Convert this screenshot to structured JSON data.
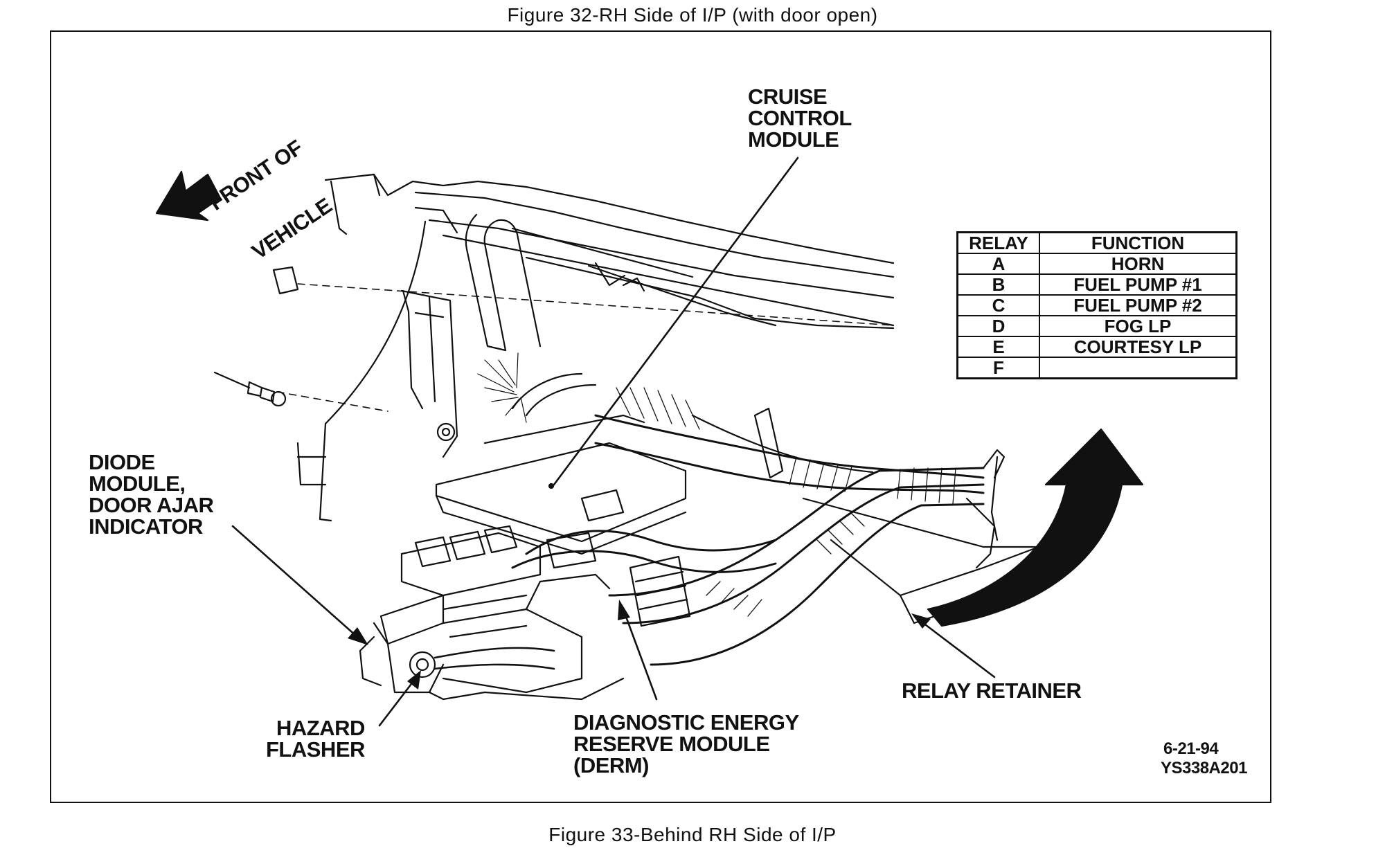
{
  "captions": {
    "top": "Figure 32-RH Side of I/P (with door open)",
    "bottom": "Figure 33-Behind RH Side of I/P"
  },
  "labels": {
    "front_of_vehicle_line1": "FRONT OF",
    "front_of_vehicle_line2": "VEHICLE",
    "cruise_control_module": "CRUISE\nCONTROL\nMODULE",
    "diode_module": "DIODE\nMODULE,\nDOOR AJAR\nINDICATOR",
    "hazard_flasher": "HAZARD\nFLASHER",
    "derm": "DIAGNOSTIC ENERGY\nRESERVE MODULE\n(DERM)",
    "relay_retainer": "RELAY RETAINER",
    "date": "6-21-94",
    "figure_code": "YS338A201"
  },
  "relay_table": {
    "headers": [
      "RELAY",
      "FUNCTION"
    ],
    "rows": [
      [
        "A",
        "HORN"
      ],
      [
        "B",
        "FUEL PUMP #1"
      ],
      [
        "C",
        "FUEL PUMP #2"
      ],
      [
        "D",
        "FOG LP"
      ],
      [
        "E",
        "COURTESY LP"
      ],
      [
        "F",
        ""
      ]
    ]
  }
}
